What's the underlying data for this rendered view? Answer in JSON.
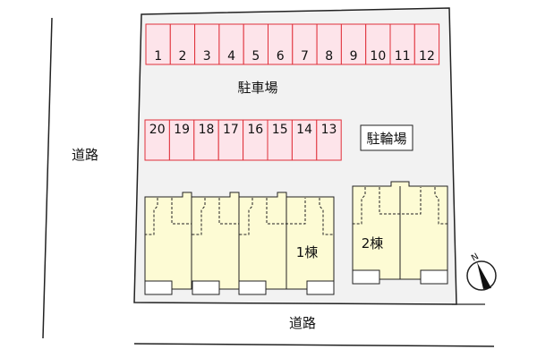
{
  "labels": {
    "road_left": "道路",
    "road_bottom": "道路",
    "parking": "駐車場",
    "bicycle_parking": "駐輪場",
    "building_1": "1棟",
    "building_2": "2棟",
    "north": "N"
  },
  "parking_top": [
    "1",
    "2",
    "3",
    "4",
    "5",
    "6",
    "7",
    "8",
    "9",
    "10",
    "11",
    "12"
  ],
  "parking_bottom": [
    "20",
    "19",
    "18",
    "17",
    "16",
    "15",
    "14",
    "13"
  ],
  "colors": {
    "lot": "#f2f2f2",
    "parking_fill": "#fde4ea",
    "parking_stroke": "#e0303a",
    "building_fill": "#fdfbd4"
  }
}
